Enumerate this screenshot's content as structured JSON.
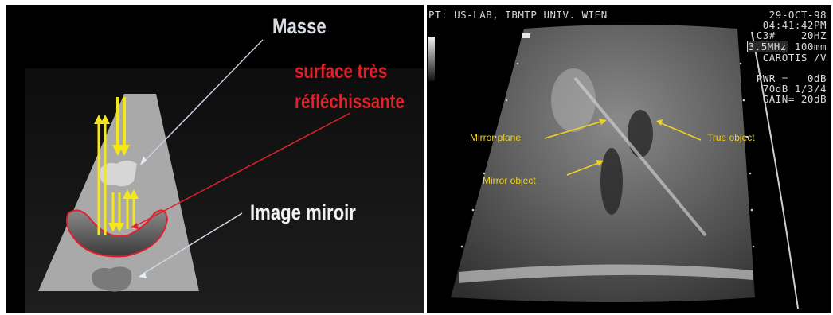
{
  "left_panel": {
    "label_mass": "Masse",
    "label_surface_line1": "surface très",
    "label_surface_line2": "réfléchissante",
    "label_mirror_image": "Image miroir"
  },
  "right_panel": {
    "header": "PT: US-LAB, IBMTP UNIV. WIEN",
    "date": "29-OCT-98",
    "time": "04:41:42PM",
    "c3_line": "C3#    20HZ",
    "freq": "3.5MHz",
    "depth": "100mm",
    "preset": "CAROTIS /V",
    "pwr": "PWR =   0dB",
    "range": "70dB 1/3/4",
    "gain": "GAIN= 20dB",
    "annotation_mirror_plane": "Mirror plane",
    "annotation_true_object": "True object",
    "annotation_mirror_object": "Mirror object"
  },
  "colors": {
    "arrow_yellow": "#f5e81a",
    "label_red": "#e0202a",
    "annotation_yellow": "#f1d21e",
    "pointer_red": "#e0202a",
    "pointer_white": "#e8edf5"
  }
}
